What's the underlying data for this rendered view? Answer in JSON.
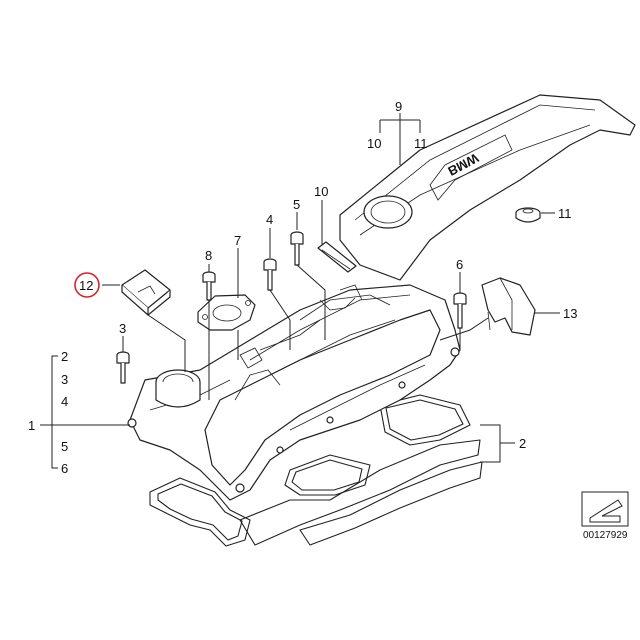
{
  "callouts": {
    "c1": "1",
    "c2a": "2",
    "c2b": "2",
    "c3a": "3",
    "c3b": "3",
    "c4a": "4",
    "c4b": "4",
    "c5a": "5",
    "c5b": "5",
    "c6a": "6",
    "c6b": "6",
    "c8": "8",
    "c7": "7",
    "c9": "9",
    "c10a": "10",
    "c10b": "10",
    "c11a": "11",
    "c11b": "11",
    "c12": "12",
    "c13": "13"
  },
  "cover_text": "BMW",
  "image_code": "00127929",
  "highlight_color": "#d9232d"
}
